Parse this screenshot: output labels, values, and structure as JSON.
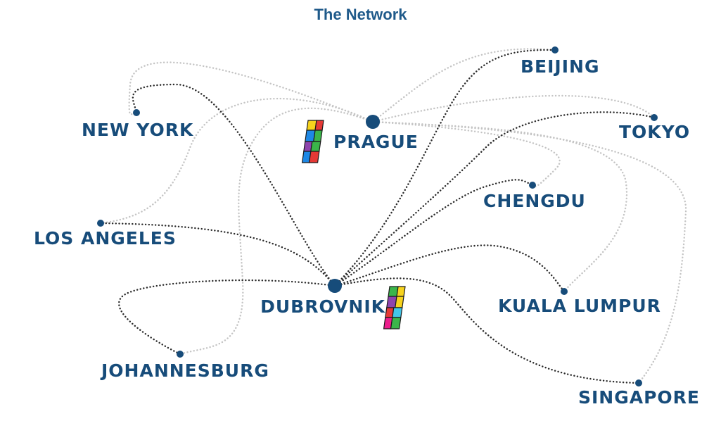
{
  "title": "The Network",
  "colors": {
    "title": "#1f5a8a",
    "node": "#174c7a",
    "link_hub": "#2b2b2b",
    "link_other": "#c4c4c4"
  },
  "hubs": [
    {
      "id": "prague",
      "label": "PRAGUE",
      "icon": "prague-tile-logo",
      "link_style": "grey",
      "logo_colors": [
        "#f6d21d",
        "#e53935",
        "#1e88e5",
        "#3bb54a",
        "#8e44ad",
        "#3bb54a",
        "#1e88e5",
        "#e53935"
      ]
    },
    {
      "id": "dubrovnik",
      "label": "DUBROVNIK",
      "icon": "dubrovnik-tile-logo",
      "link_style": "dark",
      "logo_colors": [
        "#3bb54a",
        "#f6d21d",
        "#8e44ad",
        "#f6d21d",
        "#e53935",
        "#42c6e8",
        "#ec1e8c",
        "#3bb54a"
      ]
    }
  ],
  "cities": [
    {
      "id": "new-york",
      "label": "NEW YORK"
    },
    {
      "id": "los-angeles",
      "label": "LOS ANGELES"
    },
    {
      "id": "johannesburg",
      "label": "JOHANNESBURG"
    },
    {
      "id": "beijing",
      "label": "BEIJING"
    },
    {
      "id": "tokyo",
      "label": "TOKYO"
    },
    {
      "id": "chengdu",
      "label": "CHENGDU"
    },
    {
      "id": "kuala-lumpur",
      "label": "KUALA LUMPUR"
    },
    {
      "id": "singapore",
      "label": "SINGAPORE"
    }
  ],
  "links": [
    {
      "from": "prague",
      "to": "new-york"
    },
    {
      "from": "prague",
      "to": "los-angeles"
    },
    {
      "from": "prague",
      "to": "johannesburg"
    },
    {
      "from": "prague",
      "to": "beijing"
    },
    {
      "from": "prague",
      "to": "tokyo"
    },
    {
      "from": "prague",
      "to": "chengdu"
    },
    {
      "from": "prague",
      "to": "kuala-lumpur"
    },
    {
      "from": "prague",
      "to": "singapore"
    },
    {
      "from": "dubrovnik",
      "to": "new-york"
    },
    {
      "from": "dubrovnik",
      "to": "los-angeles"
    },
    {
      "from": "dubrovnik",
      "to": "johannesburg"
    },
    {
      "from": "dubrovnik",
      "to": "beijing"
    },
    {
      "from": "dubrovnik",
      "to": "tokyo"
    },
    {
      "from": "dubrovnik",
      "to": "chengdu"
    },
    {
      "from": "dubrovnik",
      "to": "kuala-lumpur"
    },
    {
      "from": "dubrovnik",
      "to": "singapore"
    }
  ]
}
